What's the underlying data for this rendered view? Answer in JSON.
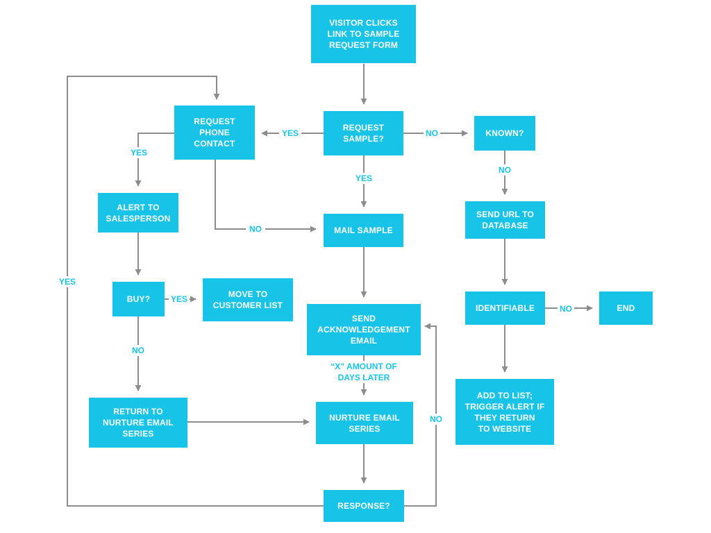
{
  "colors": {
    "box": "#18c3e8",
    "line": "#8c8c8c",
    "label": "#18c3e8"
  },
  "nodes": {
    "visitor": "VISITOR CLICKS\nLINK TO SAMPLE\nREQUEST FORM",
    "request_sample": "REQUEST\nSAMPLE?",
    "known": "KNOWN?",
    "request_phone": "REQUEST\nPHONE\nCONTACT",
    "alert_salesperson": "ALERT TO\nSALESPERSON",
    "mail_sample": "MAIL SAMPLE",
    "send_url": "SEND URL TO\nDATABASE",
    "buy": "BUY?",
    "move_customer": "MOVE TO\nCUSTOMER LIST",
    "send_ack": "SEND\nACKNOWLEDGEMENT\nEMAIL",
    "identifiable": "IDENTIFIABLE",
    "end": "END",
    "return_nurture": "RETURN TO\nNURTURE EMAIL\nSERIES",
    "nurture_series": "NURTURE EMAIL\nSERIES",
    "add_list": "ADD TO LIST;\nTRIGGER ALERT IF\nTHEY RETURN\nTO WEBSITE",
    "response": "RESPONSE?"
  },
  "labels": {
    "yes_left_of_request": "YES",
    "no_right_of_request": "NO",
    "yes_below_phone": "YES",
    "yes_below_request": "YES",
    "no_below_known": "NO",
    "no_phone_to_mail": "NO",
    "yes_left_loop": "YES",
    "yes_buy": "YES",
    "no_identifiable": "NO",
    "no_below_buy": "NO",
    "days_later": "“X” AMOUNT OF\nDAYS LATER",
    "no_response_loop": "NO"
  }
}
